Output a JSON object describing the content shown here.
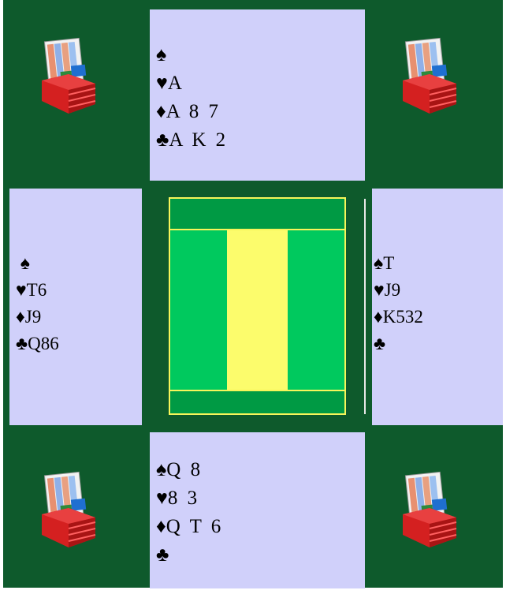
{
  "hands": {
    "north": {
      "spades": "",
      "hearts": "A",
      "diamonds": "A 8 7",
      "clubs": "A K 2"
    },
    "west": {
      "spades": "",
      "hearts": "T6",
      "diamonds": "J9",
      "clubs": "Q86"
    },
    "east": {
      "spades": "T",
      "hearts": "J9",
      "diamonds": "K532",
      "clubs": ""
    },
    "south": {
      "spades": "Q 8",
      "hearts": "8 3",
      "diamonds": "Q T 6",
      "clubs": ""
    }
  },
  "symbols": {
    "spade": "♠",
    "heart": "♥",
    "diamond": "♦",
    "club": "♣"
  },
  "icons": {
    "board_tray": "bridge-board-tray-icon"
  },
  "colors": {
    "table": "#0e5a2c",
    "hand_panel": "#d0d0fa",
    "trick_border": "#f7f55a",
    "trick_dark": "#009a44",
    "trick_light": "#00c95e",
    "trick_center": "#fcfc6c",
    "board_red": "#d42020"
  }
}
